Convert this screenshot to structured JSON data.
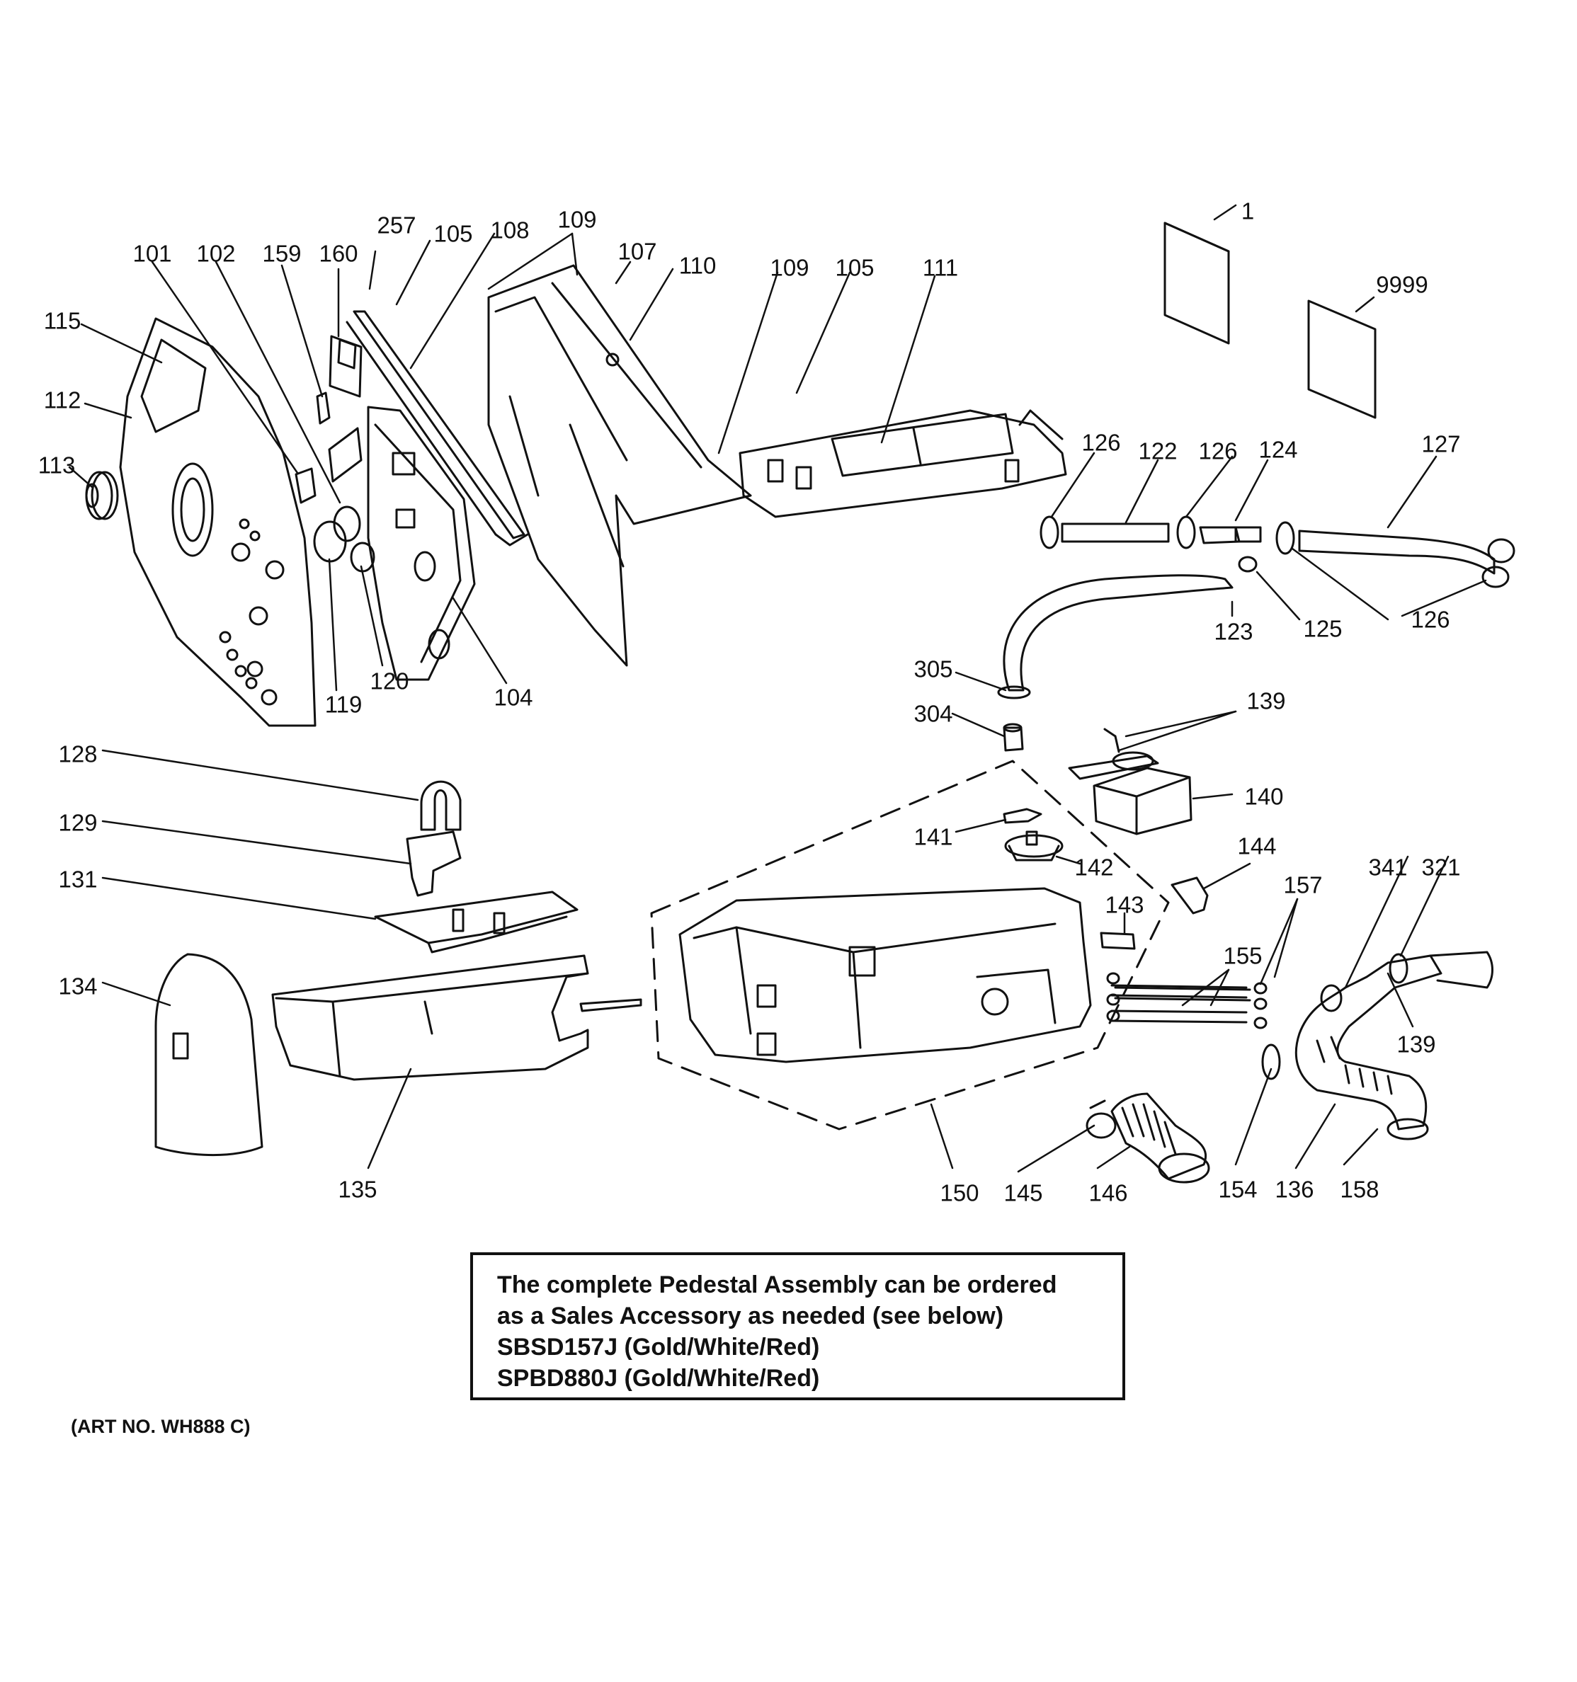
{
  "callouts": [
    "1",
    "9999",
    "257",
    "105",
    "108",
    "109",
    "107",
    "110",
    "109",
    "105",
    "111",
    "101",
    "102",
    "159",
    "160",
    "115",
    "112",
    "113",
    "119",
    "120",
    "104",
    "126",
    "122",
    "126",
    "124",
    "127",
    "125",
    "126",
    "123",
    "305",
    "304",
    "139",
    "140",
    "141",
    "142",
    "144",
    "157",
    "341",
    "321",
    "143",
    "155",
    "139",
    "128",
    "129",
    "131",
    "134",
    "135",
    "150",
    "145",
    "146",
    "154",
    "136",
    "158"
  ],
  "note": {
    "lines": [
      "The complete Pedestal Assembly can be ordered",
      "as a Sales Accessory as needed (see below)",
      "SBSD157J (Gold/White/Red)",
      "SPBD880J (Gold/White/Red)"
    ]
  },
  "art_number": "(ART NO. WH888 C)"
}
